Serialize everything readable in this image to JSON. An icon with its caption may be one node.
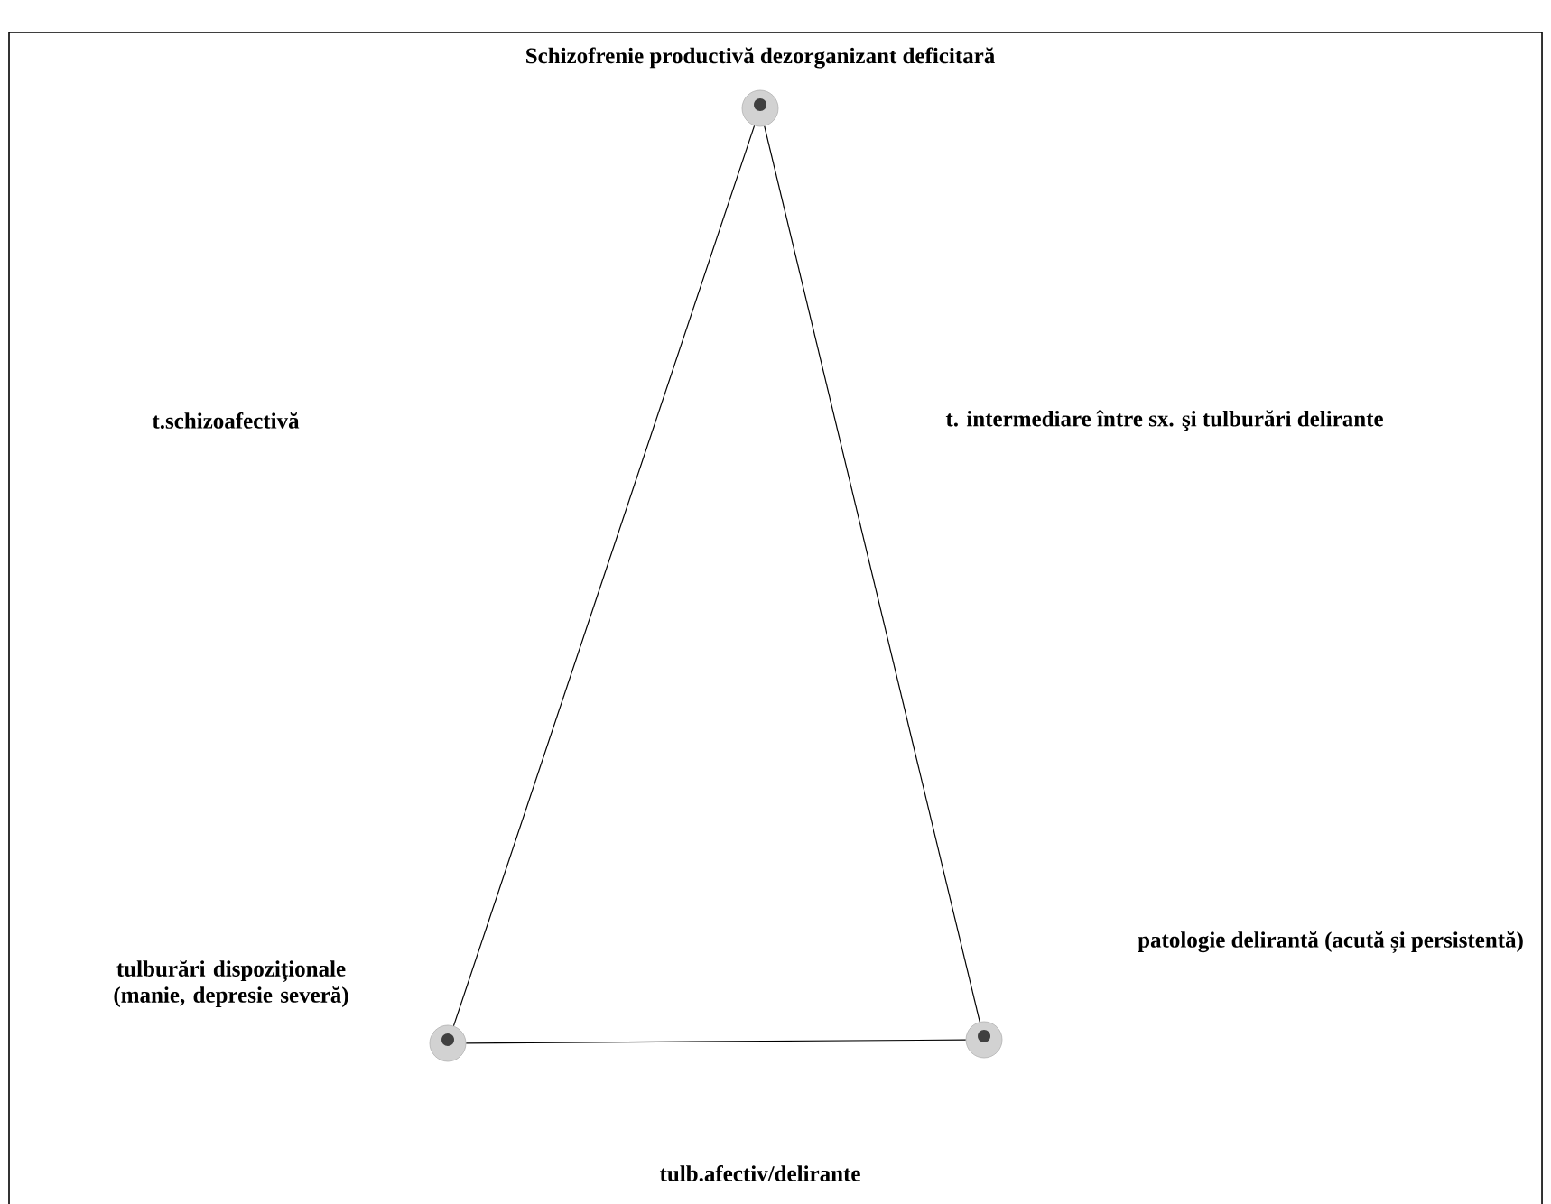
{
  "diagram": {
    "nodes": [
      {
        "text": [],
        "shape": "circle",
        "beside": [
          "Schizofrenie productivă dezorganizant deficitară"
        ]
      },
      {
        "text": [],
        "shape": "circle",
        "beside": [
          "tulburări dispoziționale (manie, depresie severă)"
        ]
      },
      {
        "text": [],
        "shape": "circle"
      }
    ],
    "edges": [
      {
        "from": 0,
        "to": 1,
        "arrow": "none"
      },
      {
        "from": 0,
        "to": 2,
        "arrow": "none"
      },
      {
        "from": 1,
        "to": 2,
        "arrow": "none"
      }
    ],
    "labels": [
      "t.schizoafectivă",
      "t. intermediare între sx. şi tulburări delirante",
      "patologie delirantă (acută și persistentă)",
      "tulb.afectiv/delirante"
    ]
  }
}
